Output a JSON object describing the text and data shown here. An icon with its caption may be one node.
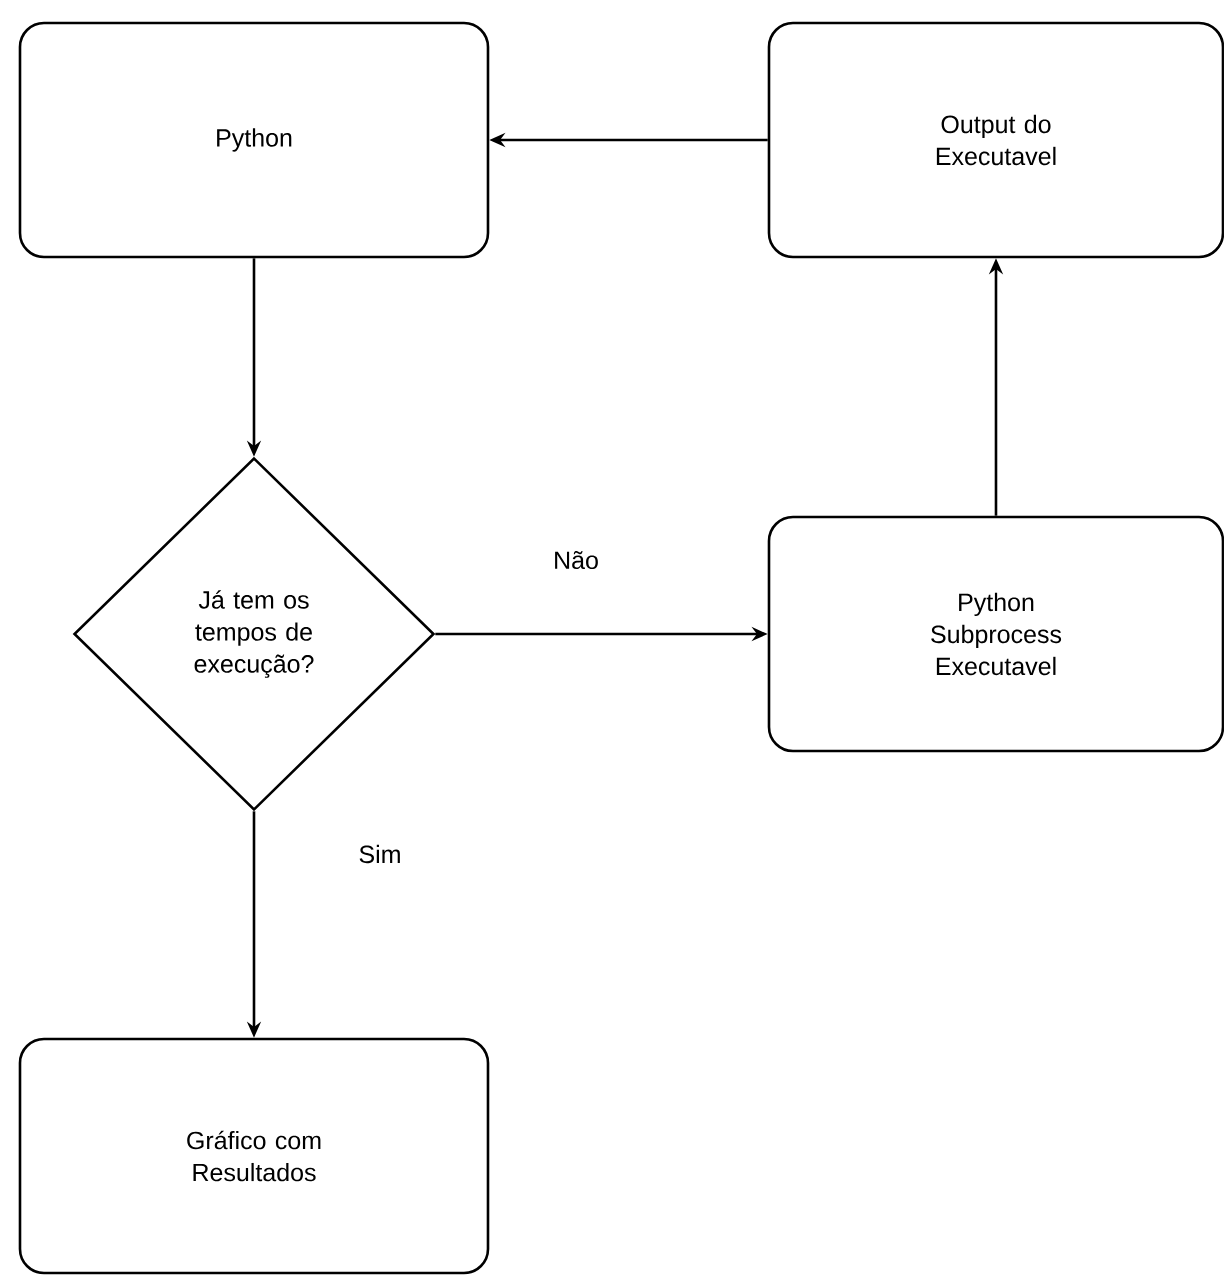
{
  "diagram": {
    "nodes": [
      {
        "text": [
          "Python"
        ]
      },
      {
        "text": [
          "Output do Executavel"
        ]
      },
      {
        "text": [
          "Já tem os tempos de execução?"
        ]
      },
      {
        "text": [
          "Python Subprocess Executavel"
        ]
      },
      {
        "text": [
          "Gráfico com Resultados"
        ]
      }
    ],
    "edges": [
      {
        "from": 0,
        "to": 2,
        "arrow": "to"
      },
      {
        "from": 2,
        "to": 3,
        "arrow": "to",
        "label": "Não"
      },
      {
        "from": 3,
        "to": 1,
        "arrow": "to"
      },
      {
        "from": 1,
        "to": 0,
        "arrow": "to"
      },
      {
        "from": 2,
        "to": 4,
        "arrow": "to",
        "label": "Sim"
      }
    ]
  }
}
